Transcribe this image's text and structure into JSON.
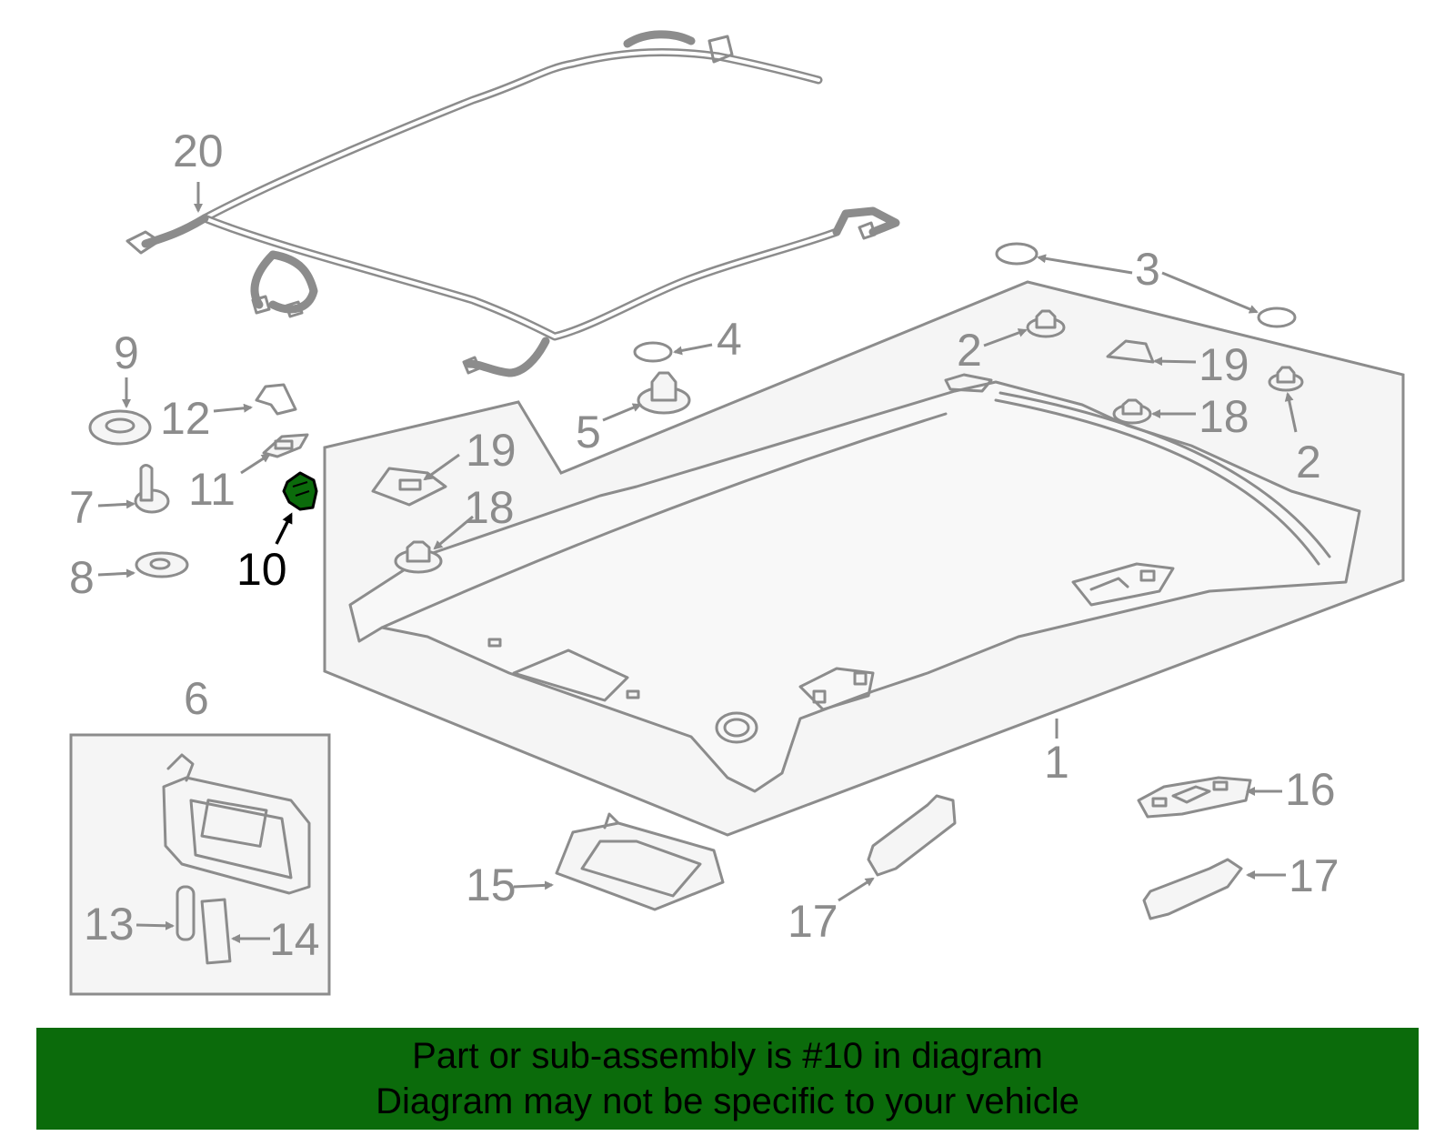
{
  "diagram": {
    "highlight_color": "#0b6b0b",
    "highlighted_part": "10",
    "callouts": {
      "c1": "1",
      "c2a": "2",
      "c2b": "2",
      "c3": "3",
      "c4": "4",
      "c5": "5",
      "c6": "6",
      "c7": "7",
      "c8": "8",
      "c9": "9",
      "c10": "10",
      "c11": "11",
      "c12": "12",
      "c13": "13",
      "c14": "14",
      "c15": "15",
      "c16": "16",
      "c17a": "17",
      "c17b": "17",
      "c18a": "18",
      "c18b": "18",
      "c19a": "19",
      "c19b": "19",
      "c20": "20"
    }
  },
  "banner": {
    "background": "#0b6b0b",
    "line1": "Part or sub-assembly is #10 in diagram",
    "line2": "Diagram may not be specific to your vehicle"
  }
}
